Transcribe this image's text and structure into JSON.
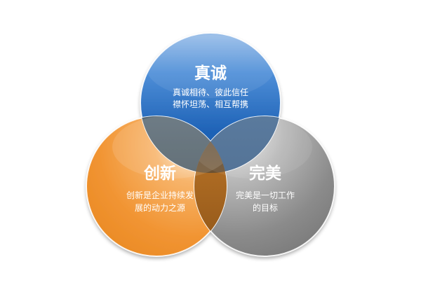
{
  "circles": [
    {
      "id": "top",
      "title": "真诚",
      "lines": [
        "真诚相待、彼此信任",
        "襟怀坦荡、相互帮携"
      ],
      "color": "#2f6db8"
    },
    {
      "id": "left",
      "title": "创新",
      "lines": [
        "创新是企业持续发",
        "展的动力之源"
      ],
      "color": "#f39a3d"
    },
    {
      "id": "right",
      "title": "完美",
      "lines": [
        "完美是一切工作",
        "的目标"
      ],
      "color": "#8c8c8c"
    }
  ]
}
